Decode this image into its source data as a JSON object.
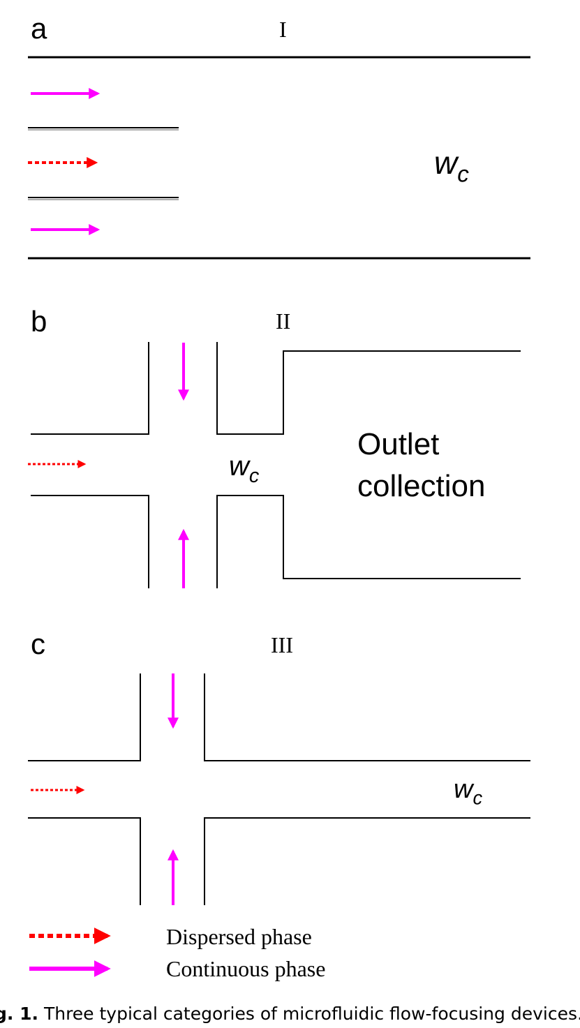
{
  "panels": [
    {
      "letter": "a",
      "roman": "I",
      "wc_main": "w",
      "wc_sub": "c"
    },
    {
      "letter": "b",
      "roman": "II",
      "wc_main": "w",
      "wc_sub": "c",
      "outlet_line1": "Outlet",
      "outlet_line2": "collection"
    },
    {
      "letter": "c",
      "roman": "III",
      "wc_main": "w",
      "wc_sub": "c"
    }
  ],
  "legend": {
    "dispersed_label": "Dispersed phase",
    "continuous_label": "Continuous phase"
  },
  "caption": {
    "label": "g. 1.",
    "text": " Three typical categories of microfluidic flow-focusing devices."
  },
  "colors": {
    "continuous": "#ff00ff",
    "dispersed": "#ff0000",
    "walls": "#000000"
  }
}
